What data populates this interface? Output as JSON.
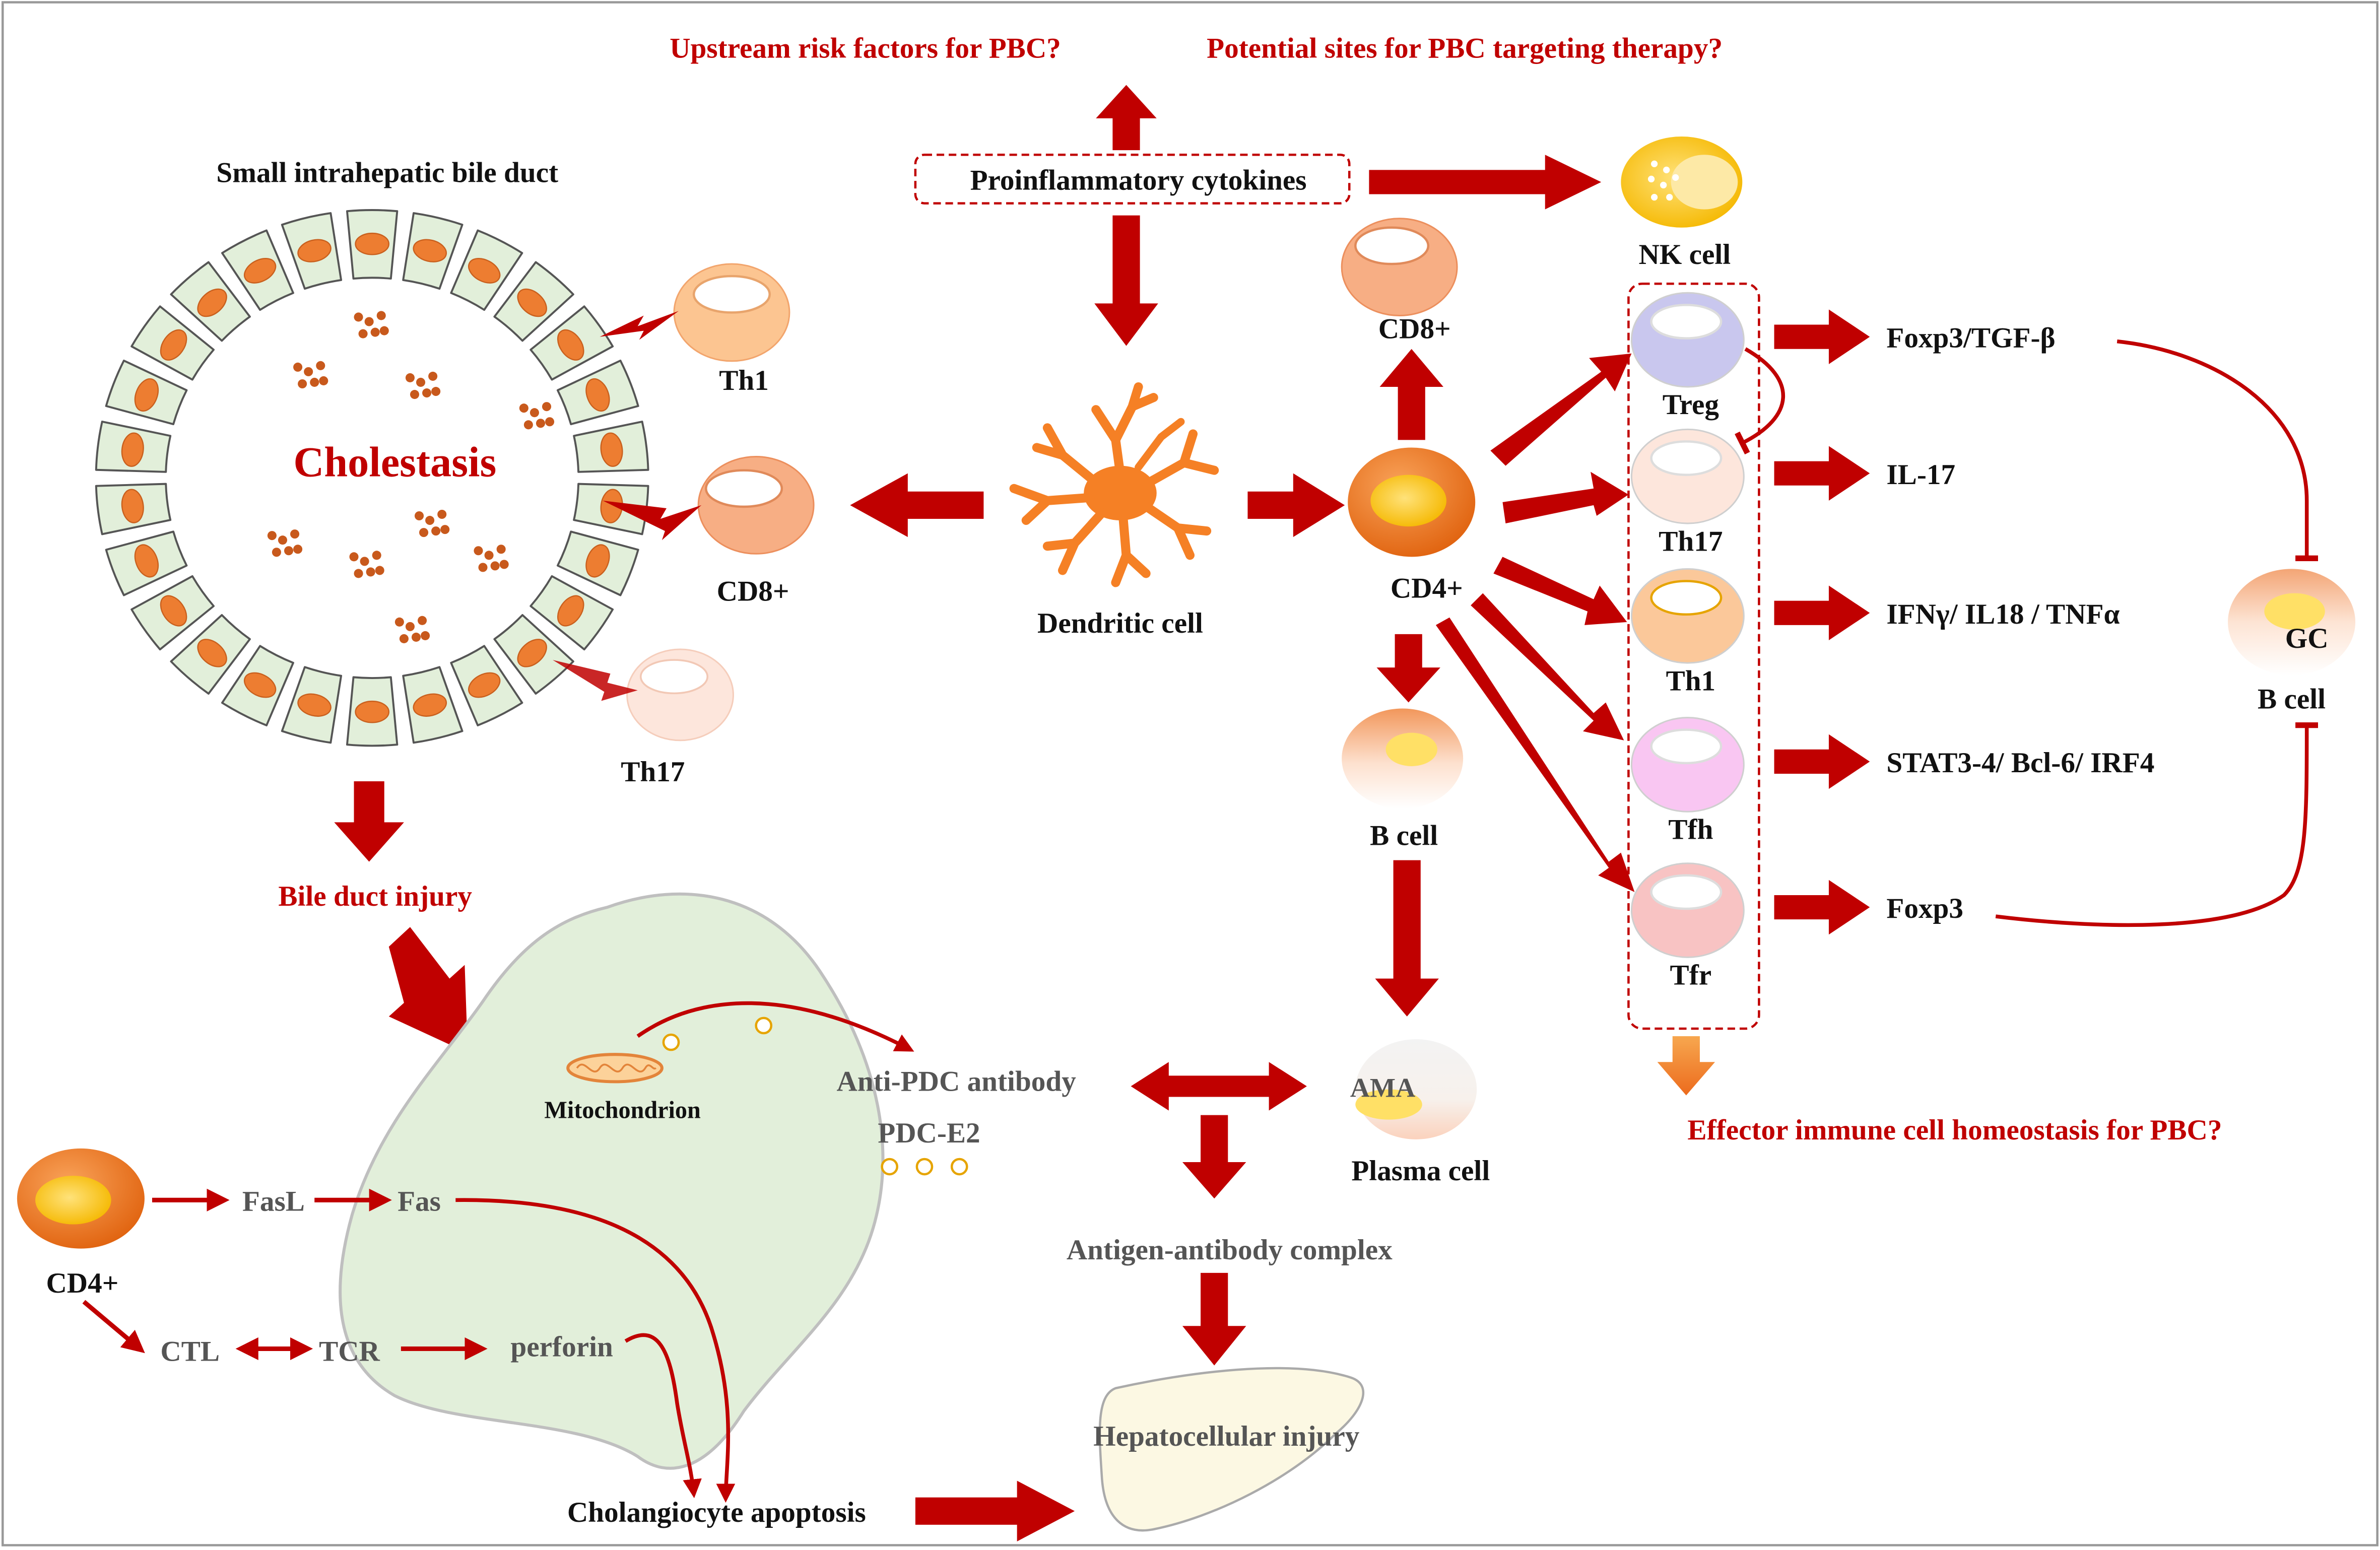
{
  "colors": {
    "arrow": "#c00000",
    "red_text": "#c00000",
    "black_text": "#111111",
    "gray_text": "#555555",
    "cell_fill": "#e2efda",
    "cell_stroke": "#555555",
    "nucleus": "#ed7d31",
    "orange_arrow": "#f28b30"
  },
  "questions": {
    "upstream": "Upstream risk factors for PBC?",
    "therapy": "Potential sites for PBC targeting therapy?",
    "homeostasis": "Effector immune cell homeostasis for PBC?"
  },
  "bile_duct": {
    "title": "Small intrahepatic bile duct",
    "center_label": "Cholestasis",
    "injury_label": "Bile duct injury",
    "attackers": [
      "Th1",
      "CD8+",
      "Th17"
    ]
  },
  "cytokines": {
    "label": "Proinflammatory cytokines"
  },
  "dendritic": {
    "label": "Dendritic cell"
  },
  "cells": {
    "nk": "NK cell",
    "cd8": "CD8+",
    "cd4": "CD4+",
    "b_cell": "B cell",
    "plasma": "Plasma cell",
    "ama": "AMA",
    "gc": "GC",
    "gc_b_cell": "B cell"
  },
  "subsets": [
    {
      "name": "Treg",
      "product": "Foxp3/TGF-β",
      "fill": "#c9c7ee"
    },
    {
      "name": "Th17",
      "product": "IL-17",
      "fill": "#fde6dc"
    },
    {
      "name": "Th1",
      "product": "IFNγ/ IL18 / TNFα",
      "fill": "#fbc89a"
    },
    {
      "name": "Tfh",
      "product": "STAT3-4/ Bcl-6/ IRF4",
      "fill": "#f9c6f2"
    },
    {
      "name": "Tfr",
      "product": "Foxp3",
      "fill": "#f8c3c3"
    }
  ],
  "injury": {
    "mitochondrion": "Mitochondrion",
    "anti_pdc": "Anti-PDC antibody",
    "pdc_e2": "PDC-E2",
    "complex": "Antigen-antibody complex",
    "hepatocellular": "Hepatocellular injury",
    "apoptosis": "Cholangiocyte apoptosis"
  },
  "pathway": {
    "cd4": "CD4+",
    "fasl": "FasL",
    "fas": "Fas",
    "ctl": "CTL",
    "tcr": "TCR",
    "perforin": "perforin"
  }
}
